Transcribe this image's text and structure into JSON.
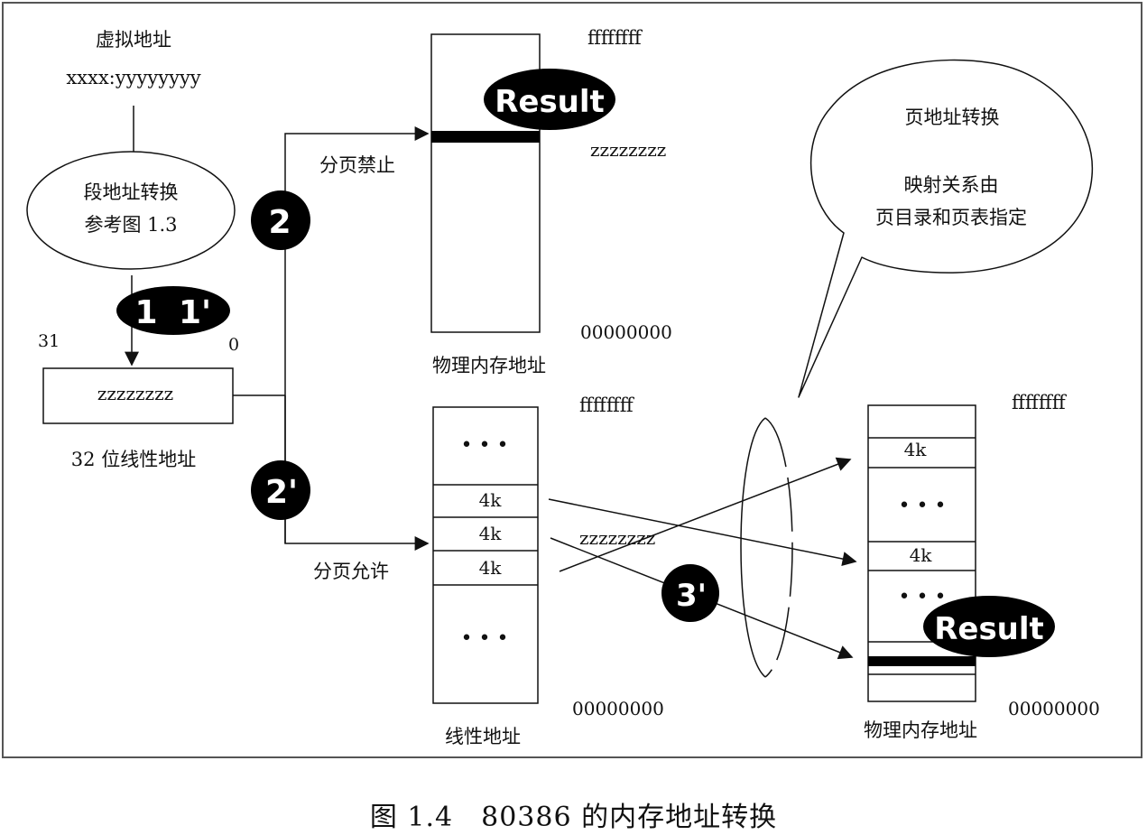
{
  "virtual": {
    "label": "虚拟地址",
    "value": "xxxx:yyyyyyyy"
  },
  "segment": {
    "line1": "段地址转换",
    "line2": "参考图 1.3"
  },
  "steps": {
    "s1": "1",
    "s1p": "1'",
    "s2": "2",
    "s2p": "2'",
    "s3p": "3'"
  },
  "linear32": {
    "bit_high": "31",
    "bit_low": "0",
    "value": "zzzzzzzz",
    "label": "32 位线性地址"
  },
  "paging_disabled": {
    "branch_label": "分页禁止",
    "top_addr": "ffffffff",
    "result": "Result",
    "target": "zzzzzzzz",
    "bottom_addr": "00000000",
    "label": "物理内存地址"
  },
  "paging_enabled": {
    "branch_label": "分页允许",
    "top_addr": "ffffffff",
    "ellipsis": "• • •",
    "pages": [
      "4k",
      "4k",
      "4k"
    ],
    "target": "zzzzzzzz",
    "bottom_addr": "00000000",
    "label": "线性地址"
  },
  "physical": {
    "top_addr": "ffffffff",
    "pages": [
      "4k",
      "4k"
    ],
    "ellipsis": "• • •",
    "result": "Result",
    "bottom_addr": "00000000",
    "label": "物理内存地址"
  },
  "bubble": {
    "line1": "页地址转换",
    "line2": "映射关系由",
    "line3": "页目录和页表指定"
  },
  "caption": "图 1.4　80386 的内存地址转换"
}
